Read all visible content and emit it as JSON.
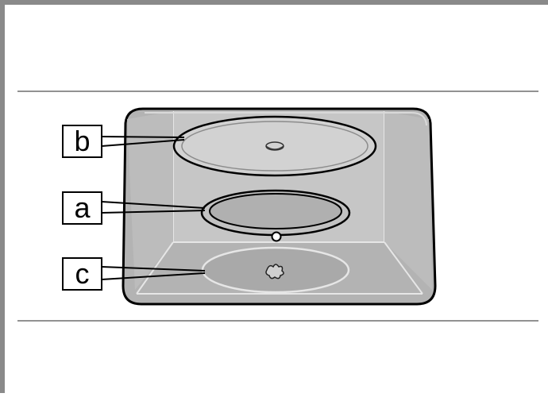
{
  "diagram": {
    "callouts": [
      {
        "id": "b",
        "label": "b",
        "part": "glass-turntable-plate"
      },
      {
        "id": "a",
        "label": "a",
        "part": "roller-ring"
      },
      {
        "id": "c",
        "label": "c",
        "part": "turntable-drive-coupling"
      }
    ],
    "colors": {
      "frame": "#8a8a8a",
      "divider": "#6f6f6f",
      "cavity_fill": "#b3b3b3",
      "cavity_back": "#c4c4c4",
      "plate_fill": "#d2d2d2",
      "ring_fill": "#bdbdbd",
      "outline": "#000000"
    }
  }
}
